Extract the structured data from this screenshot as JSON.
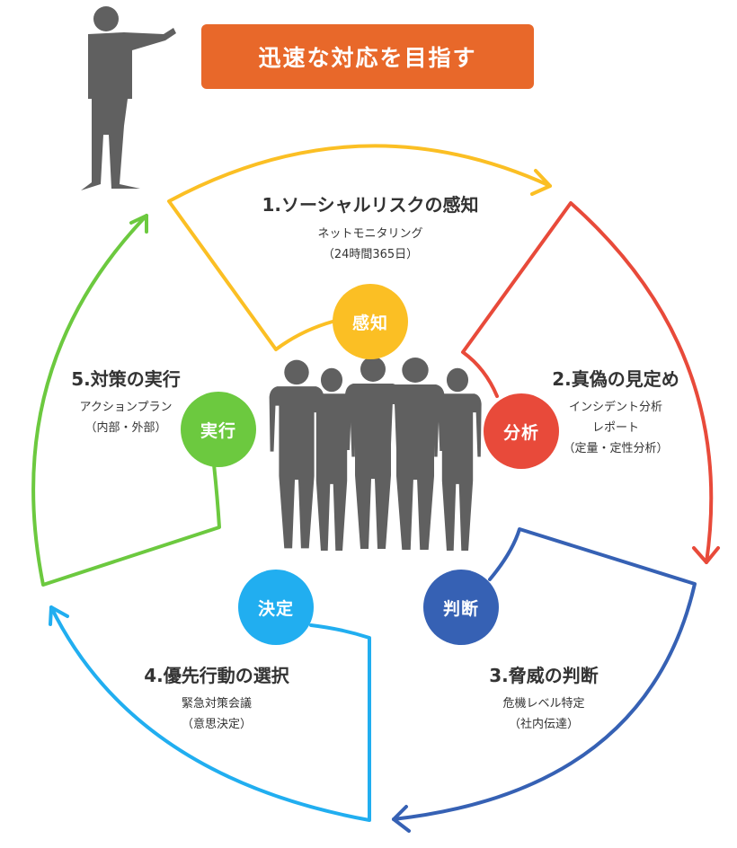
{
  "banner": {
    "title": "迅速な対応を目指す"
  },
  "steps": [
    {
      "title": "1.ソーシャルリスクの感知",
      "lines": [
        "ネットモニタリング",
        "（24時間365日）"
      ],
      "circle": "感知",
      "color": "#fbbf24"
    },
    {
      "title": "2.真偽の見定め",
      "lines": [
        "インシデント分析",
        "レポート",
        "（定量・定性分析）"
      ],
      "circle": "分析",
      "color": "#e84a3a"
    },
    {
      "title": "3.脅威の判断",
      "lines": [
        "危機レベル特定",
        "（社内伝達）"
      ],
      "circle": "判断",
      "color": "#3661b4"
    },
    {
      "title": "4.優先行動の選択",
      "lines": [
        "緊急対策会議",
        "（意思決定）"
      ],
      "circle": "決定",
      "color": "#21aef0"
    },
    {
      "title": "5.対策の実行",
      "lines": [
        "アクションプラン",
        "（内部・外部）"
      ],
      "circle": "実行",
      "color": "#6cc93f"
    }
  ],
  "figures": {
    "presenter": "presenter-silhouette",
    "team": "team-silhouette",
    "color": "#606060"
  }
}
